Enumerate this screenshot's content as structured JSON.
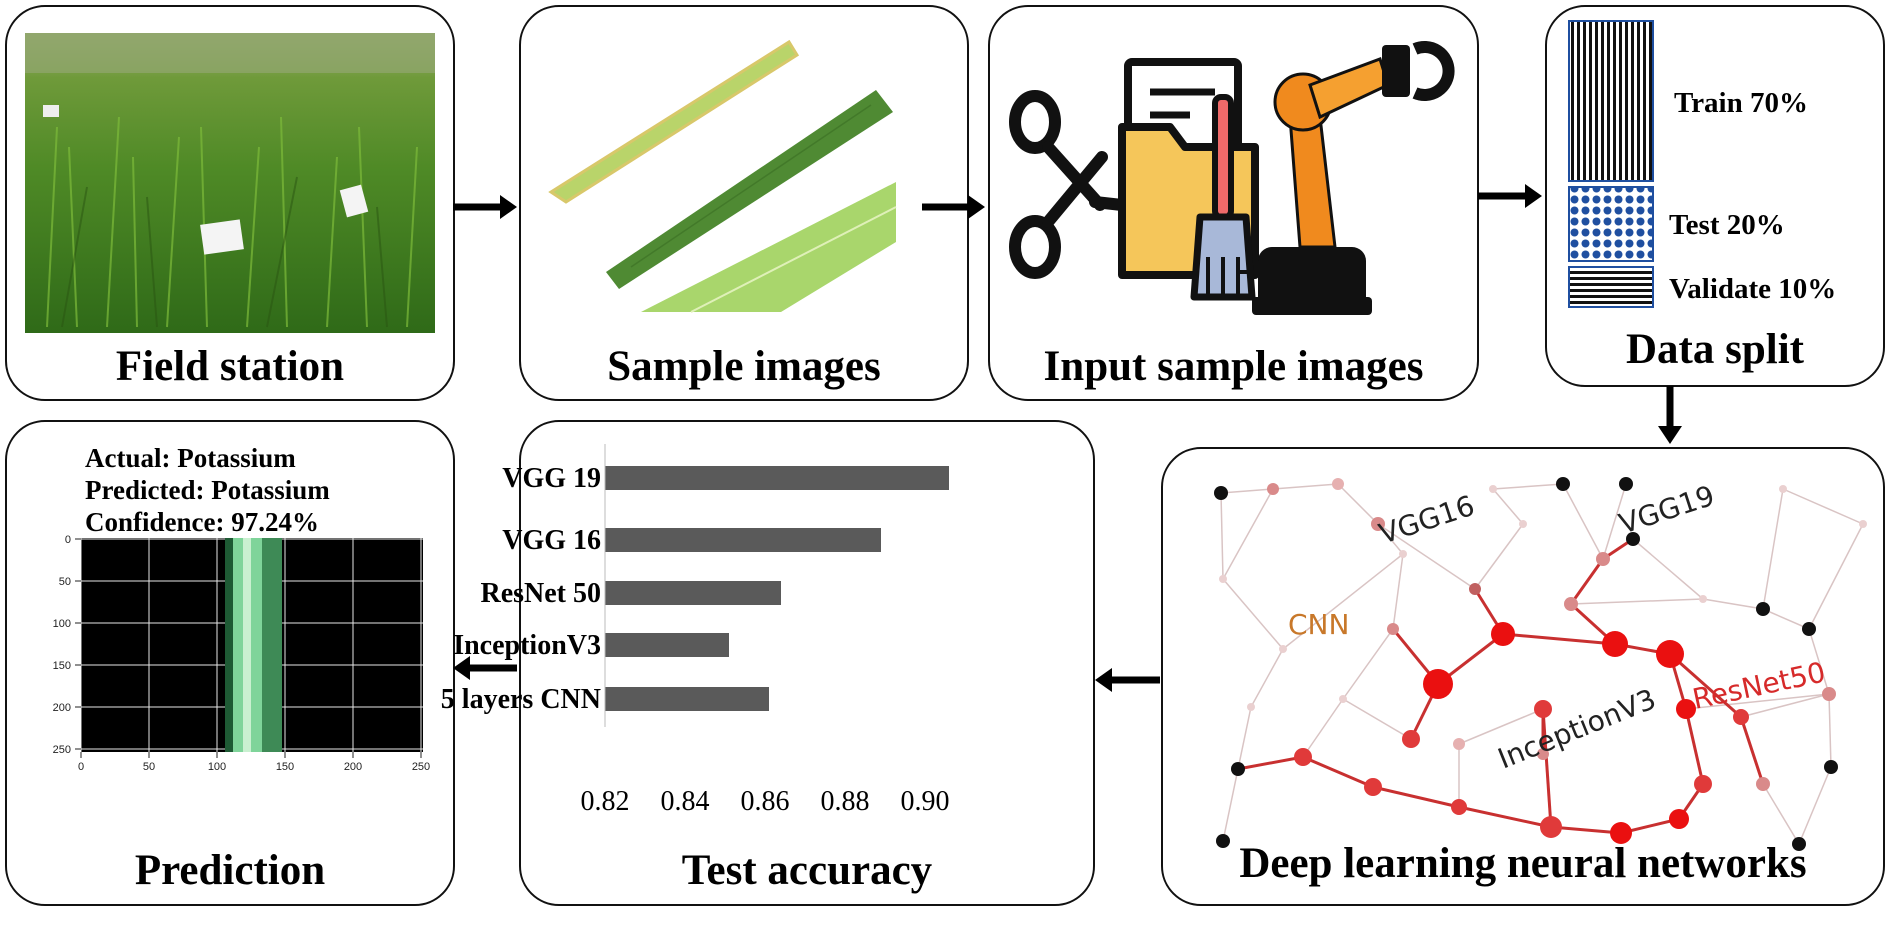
{
  "captions": {
    "field_station": "Field station",
    "sample_images": "Sample images",
    "input_sample_images": "Input sample images",
    "data_split": "Data split",
    "deep_learning": "Deep learning neural networks",
    "test_accuracy": "Test accuracy",
    "prediction": "Prediction"
  },
  "data_split": {
    "train": "Train 70%",
    "test": "Test 20%",
    "validate": "Validate 10%"
  },
  "networks": {
    "vgg16": "VGG16",
    "vgg19": "VGG19",
    "cnn": "CNN",
    "resnet50": "ResNet50",
    "inception": "InceptionV3"
  },
  "prediction": {
    "actual": "Actual: Potassium",
    "predicted": "Predicted: Potassium",
    "confidence": "Confidence: 97.24%",
    "x_ticks": [
      "0",
      "50",
      "100",
      "150",
      "200",
      "250"
    ],
    "y_ticks": [
      "0",
      "50",
      "100",
      "150",
      "200",
      "250"
    ]
  },
  "chart_data": {
    "type": "bar",
    "orientation": "horizontal",
    "title": "",
    "xlabel": "",
    "ylabel": "",
    "categories": [
      "VGG 19",
      "VGG 16",
      "ResNet  50",
      "InceptionV3",
      "5 layers CNN"
    ],
    "values": [
      0.906,
      0.889,
      0.864,
      0.851,
      0.861
    ],
    "xlim": [
      0.82,
      0.91
    ],
    "x_ticks": [
      "0.82",
      "0.84",
      "0.86",
      "0.88",
      "0.90"
    ],
    "bar_color": "#5a5a5a",
    "grid": false
  }
}
